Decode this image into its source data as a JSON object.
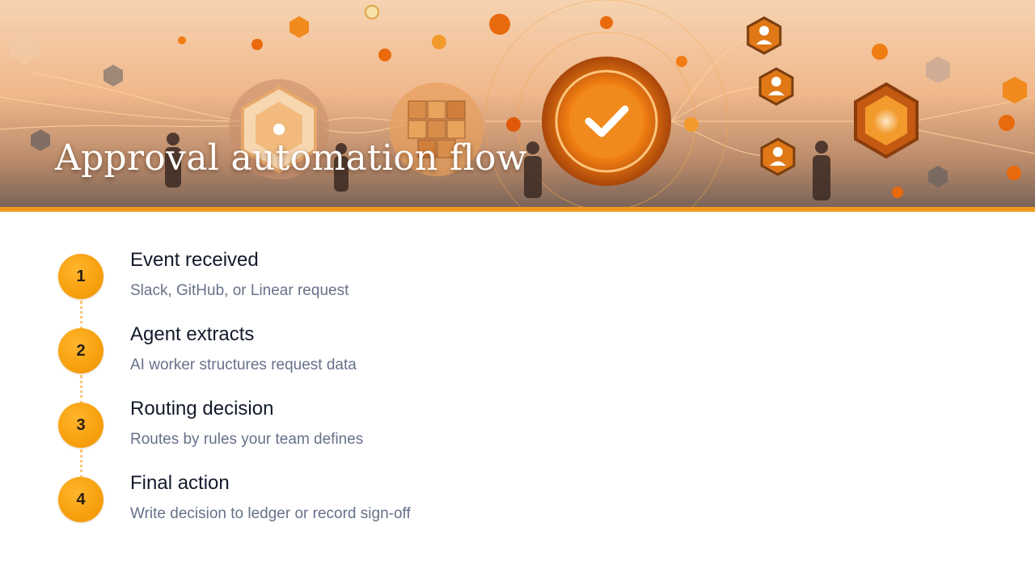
{
  "banner": {
    "title": "Approval automation flow"
  },
  "theme": {
    "accent": "#f39a1e",
    "badge": "#f7a00c",
    "title_color": "#131a2b",
    "desc_color": "#66718a",
    "connector": "#f9c77c"
  },
  "steps": [
    {
      "number": "1",
      "title": "Event received",
      "description": "Slack, GitHub, or Linear request"
    },
    {
      "number": "2",
      "title": "Agent extracts",
      "description": "AI worker structures request data"
    },
    {
      "number": "3",
      "title": "Routing decision",
      "description": "Routes by rules your team defines"
    },
    {
      "number": "4",
      "title": "Final action",
      "description": "Write decision to ledger or record sign-off"
    }
  ],
  "illustration_icons": [
    "hexagon-network-icon",
    "cube-stack-icon",
    "checkmark-icon",
    "person-icon",
    "hexagon-glow-icon"
  ]
}
